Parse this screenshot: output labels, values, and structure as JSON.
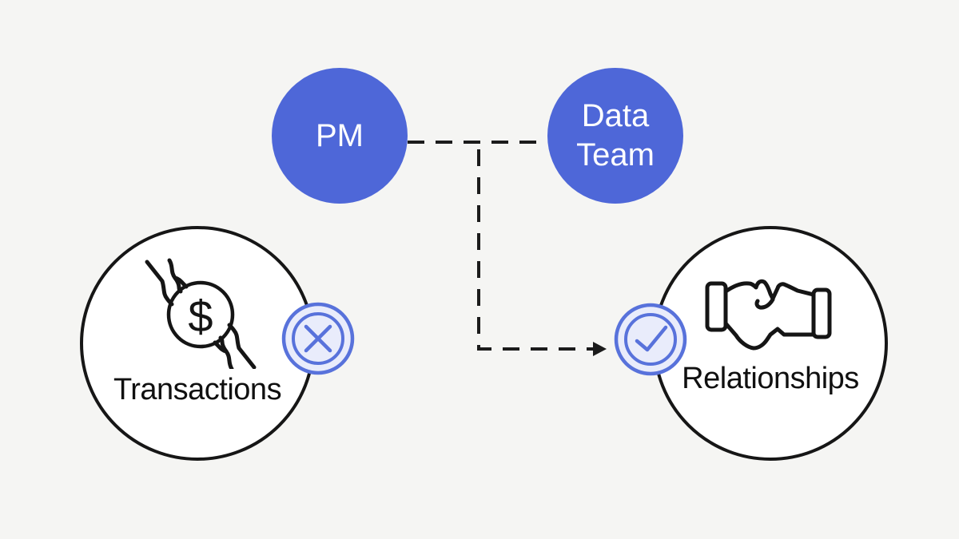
{
  "canvas": {
    "background": "#f5f5f3"
  },
  "colors": {
    "node_blue": "#4e67d8",
    "node_text": "#ffffff",
    "badge_ring_blue": "#5872db",
    "badge_fill": "#e9ecfb",
    "ink": "#161616",
    "connector": "#1b1b1b"
  },
  "nodes": {
    "pm": {
      "label": "PM"
    },
    "data_team": {
      "label": "Data Team"
    }
  },
  "circles": {
    "transactions": {
      "label": "Transactions",
      "icon": "hands-exchanging-coin",
      "badge_icon": "x-cross"
    },
    "relationships": {
      "label": "Relationships",
      "icon": "handshake",
      "badge_icon": "checkmark"
    }
  },
  "connector": {
    "style": "dashed",
    "between": [
      "PM",
      "Data Team"
    ],
    "arrow_to": "Relationships"
  }
}
